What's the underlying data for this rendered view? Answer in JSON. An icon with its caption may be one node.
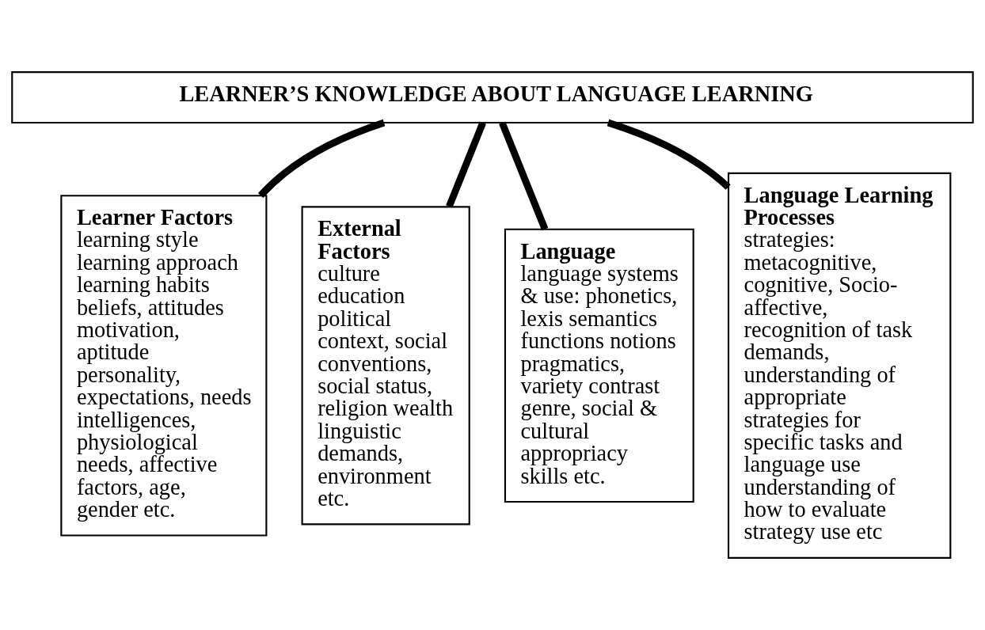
{
  "diagram": {
    "nodes": [
      {
        "text": [
          "LEARNER’S KNOWLEDGE ABOUT LANGUAGE LEARNING"
        ]
      },
      {
        "text": [
          "Learner Factors",
          "learning style learning approach learning habits beliefs, attitudes motivation, aptitude personality, expectations, needs intelligences, physiological needs, affective factors, age, gender etc."
        ]
      },
      {
        "text": [
          "External Factors",
          "culture education political context, social conventions, social status, religion wealth linguistic demands, environment etc."
        ]
      },
      {
        "text": [
          "Language",
          "language systems & use: phonetics, lexis semantics functions notions pragmatics, variety contrast genre, social & cultural appropriacy skills etc."
        ]
      },
      {
        "text": [
          "Language Learning Processes",
          "strategies: metacognitive, cognitive, Socio-affective, recognition of task demands, understanding of appropriate strategies for specific tasks and language use understanding of how to evaluate strategy use etc"
        ]
      }
    ],
    "edges": [
      {
        "from": 0,
        "to": 1,
        "arrow": "none"
      },
      {
        "from": 0,
        "to": 2,
        "arrow": "none"
      },
      {
        "from": 0,
        "to": 3,
        "arrow": "none"
      },
      {
        "from": 0,
        "to": 4,
        "arrow": "none"
      }
    ]
  }
}
